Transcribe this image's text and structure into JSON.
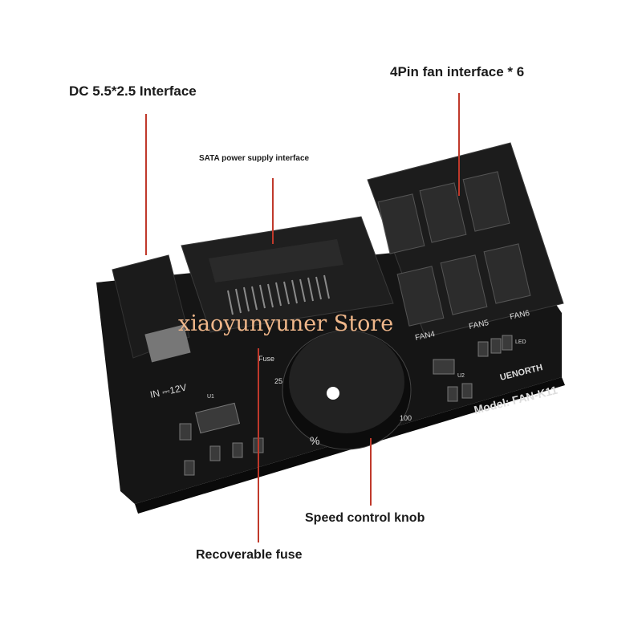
{
  "callouts": {
    "dc": "DC 5.5*2.5 Interface",
    "fan": "4Pin fan interface * 6",
    "sata": "SATA power supply interface",
    "knob": "Speed control knob",
    "fuse": "Recoverable fuse"
  },
  "board": {
    "fan_labels": [
      "FAN4",
      "FAN5",
      "FAN6"
    ],
    "fuse_label": "Fuse",
    "power_label": "IN ⎓12V",
    "model": "Model: FAN-K11",
    "brand": "UENORTH",
    "led_label": "LED",
    "dial_25": "25",
    "dial_100": "100",
    "dial_percent": "%",
    "u1": "U1",
    "u2": "U2"
  },
  "watermark": "xiaoyunyuner Store",
  "colors": {
    "board": "#151515",
    "callout_line": "#c0392b",
    "watermark": "#f0b78a"
  }
}
